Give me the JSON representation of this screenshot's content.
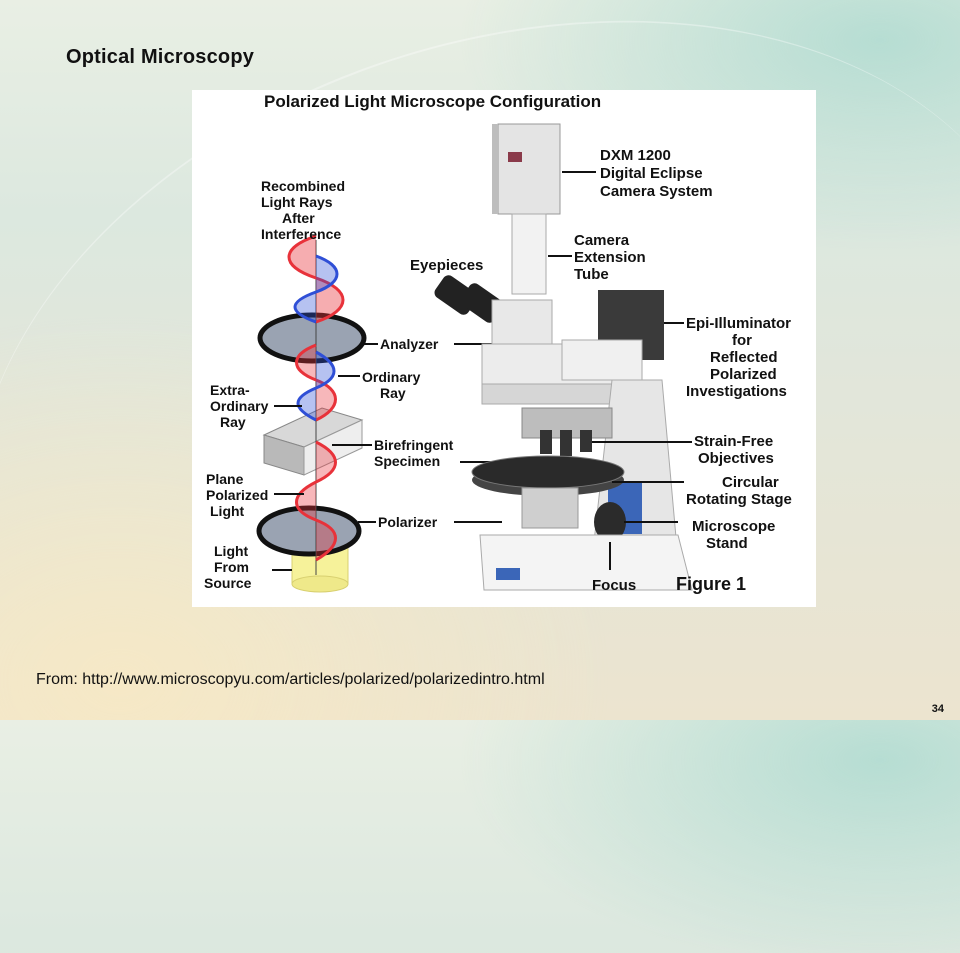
{
  "slide": {
    "title": "Optical Microscopy",
    "source": "From: http://www.microscopyu.com/articles/polarized/polarizedintro.html",
    "page_number": "34"
  },
  "figure": {
    "heading": "Polarized Light Microscope Configuration",
    "caption": "Figure 1",
    "left_labels": {
      "recombined": [
        "Recombined",
        "Light Rays",
        "After",
        "Interference"
      ],
      "analyzer": "Analyzer",
      "ordinary": [
        "Ordinary",
        "Ray"
      ],
      "extraordinary": [
        "Extra-",
        "Ordinary",
        "Ray"
      ],
      "birefringent": [
        "Birefringent",
        "Specimen"
      ],
      "plane": [
        "Plane",
        "Polarized",
        "Light"
      ],
      "polarizer": "Polarizer",
      "source": [
        "Light",
        "From",
        "Source"
      ]
    },
    "right_labels": {
      "camera": [
        "DXM 1200",
        "Digital Eclipse",
        "Camera System"
      ],
      "extension": [
        "Camera",
        "Extension",
        "Tube"
      ],
      "eyepieces": "Eyepieces",
      "epi": [
        "Epi-Illuminator",
        "for",
        "Reflected",
        "Polarized",
        "Investigations"
      ],
      "objectives": [
        "Strain-Free",
        "Objectives"
      ],
      "stage": [
        "Circular",
        "Rotating Stage"
      ],
      "stand": [
        "Microscope",
        "Stand"
      ],
      "focus": "Focus"
    },
    "colors": {
      "ray_red": "#e8323a",
      "ray_blue": "#2f4fd6",
      "microscope_body": "#eeeeee",
      "dark_parts": "#222222"
    }
  }
}
